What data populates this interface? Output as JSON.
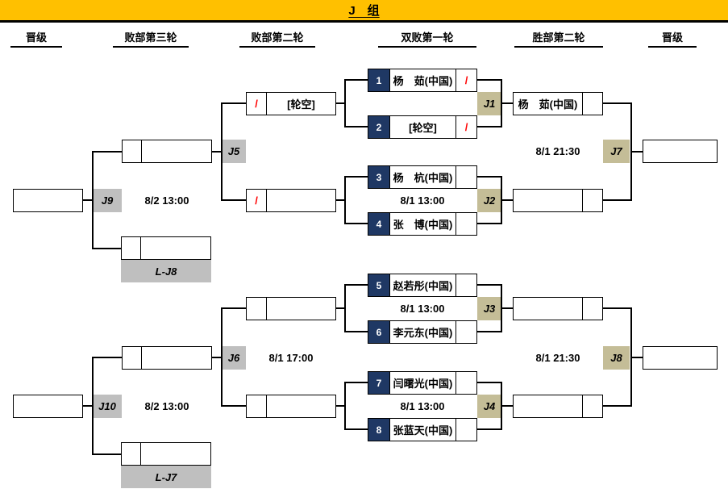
{
  "header": {
    "title": "J　组"
  },
  "columns": [
    "晋级",
    "败部第三轮",
    "败部第二轮",
    "双败第一轮",
    "胜部第二轮",
    "晋级"
  ],
  "colors": {
    "accent_yellow": "#FFC000",
    "seed_navy": "#1F3864",
    "label_olive": "#C4BD97",
    "label_grey": "#BFBFBF",
    "score_red": "#FF0000"
  },
  "seeds": [
    {
      "num": "1",
      "name": "杨　茹(中国)",
      "score": "/"
    },
    {
      "num": "2",
      "name": "[轮空]",
      "score": "/"
    },
    {
      "num": "3",
      "name": "杨　杭(中国)",
      "score": ""
    },
    {
      "num": "4",
      "name": "张　博(中国)",
      "score": ""
    },
    {
      "num": "5",
      "name": "赵若彤(中国)",
      "score": ""
    },
    {
      "num": "6",
      "name": "李元东(中国)",
      "score": ""
    },
    {
      "num": "7",
      "name": "闫曙光(中国)",
      "score": ""
    },
    {
      "num": "8",
      "name": "张蓝天(中国)",
      "score": ""
    }
  ],
  "winner_matches": [
    {
      "id": "J1",
      "time": "",
      "winner_name": "杨　茹(中国)",
      "winner_score": ""
    },
    {
      "id": "J2",
      "time": "8/1 13:00",
      "winner_name": "",
      "winner_score": ""
    },
    {
      "id": "J3",
      "time": "8/1 13:00",
      "winner_name": "",
      "winner_score": ""
    },
    {
      "id": "J4",
      "time": "8/1 13:00",
      "winner_name": "",
      "winner_score": ""
    }
  ],
  "finals": [
    {
      "id": "J7",
      "time": "8/1 21:30"
    },
    {
      "id": "J8",
      "time": "8/1 21:30"
    }
  ],
  "losers_round2": [
    {
      "score": "/",
      "name": "[轮空]"
    },
    {
      "score": "/",
      "name": ""
    },
    {
      "score": "",
      "name": ""
    },
    {
      "score": "",
      "name": ""
    }
  ],
  "losers_round3": [
    {
      "id": "J5",
      "time": "",
      "score": "",
      "name": ""
    },
    {
      "id": "J6",
      "time": "8/1 17:00",
      "score": "",
      "name": ""
    }
  ],
  "losers_finals": [
    {
      "id": "J9",
      "time": "8/2 13:00",
      "drop_label": "L-J8"
    },
    {
      "id": "J10",
      "time": "8/2 13:00",
      "drop_label": "L-J7"
    }
  ]
}
